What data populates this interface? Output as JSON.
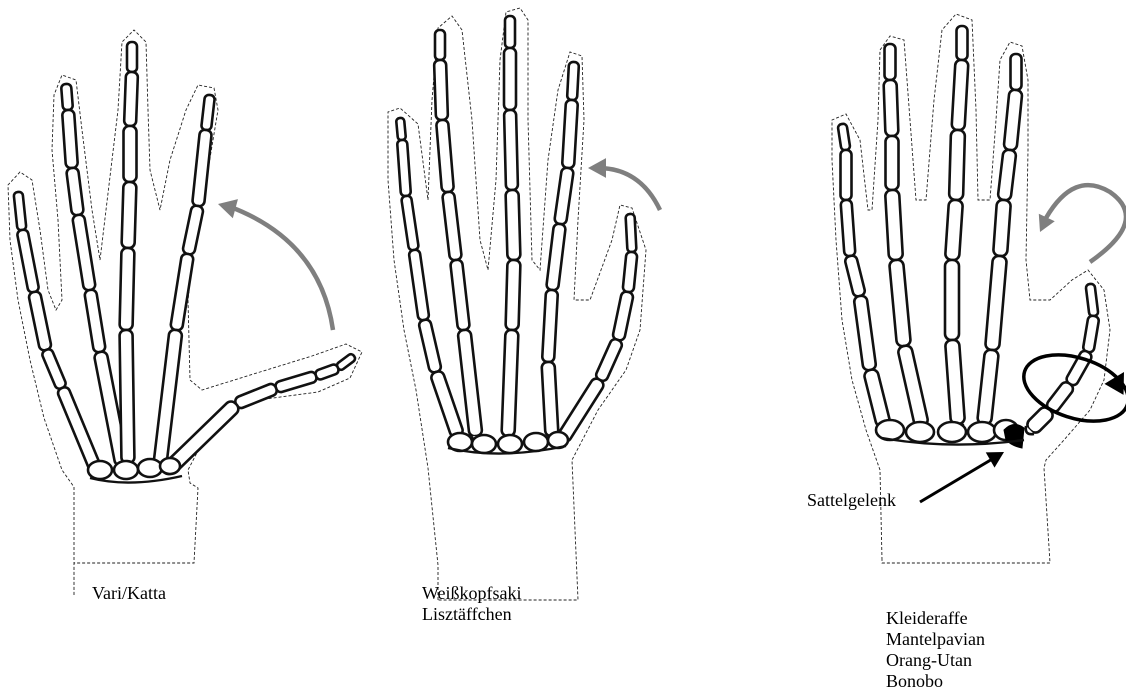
{
  "hands": [
    {
      "name": "vari-katta",
      "labels": [
        "Vari/Katta"
      ]
    },
    {
      "name": "weisskopfsaki",
      "labels": [
        "Weißkopfsaki",
        "Lisztäffchen"
      ]
    },
    {
      "name": "kleideraffe",
      "labels": [
        "Kleideraffe",
        "Mantelpavian",
        "Orang-Utan",
        "Bonobo"
      ]
    }
  ],
  "annotation": {
    "label": "Sattelgelenk"
  },
  "colors": {
    "bone_stroke": "#111111",
    "arrow": "#7f7f7f",
    "outline": "#222222"
  }
}
